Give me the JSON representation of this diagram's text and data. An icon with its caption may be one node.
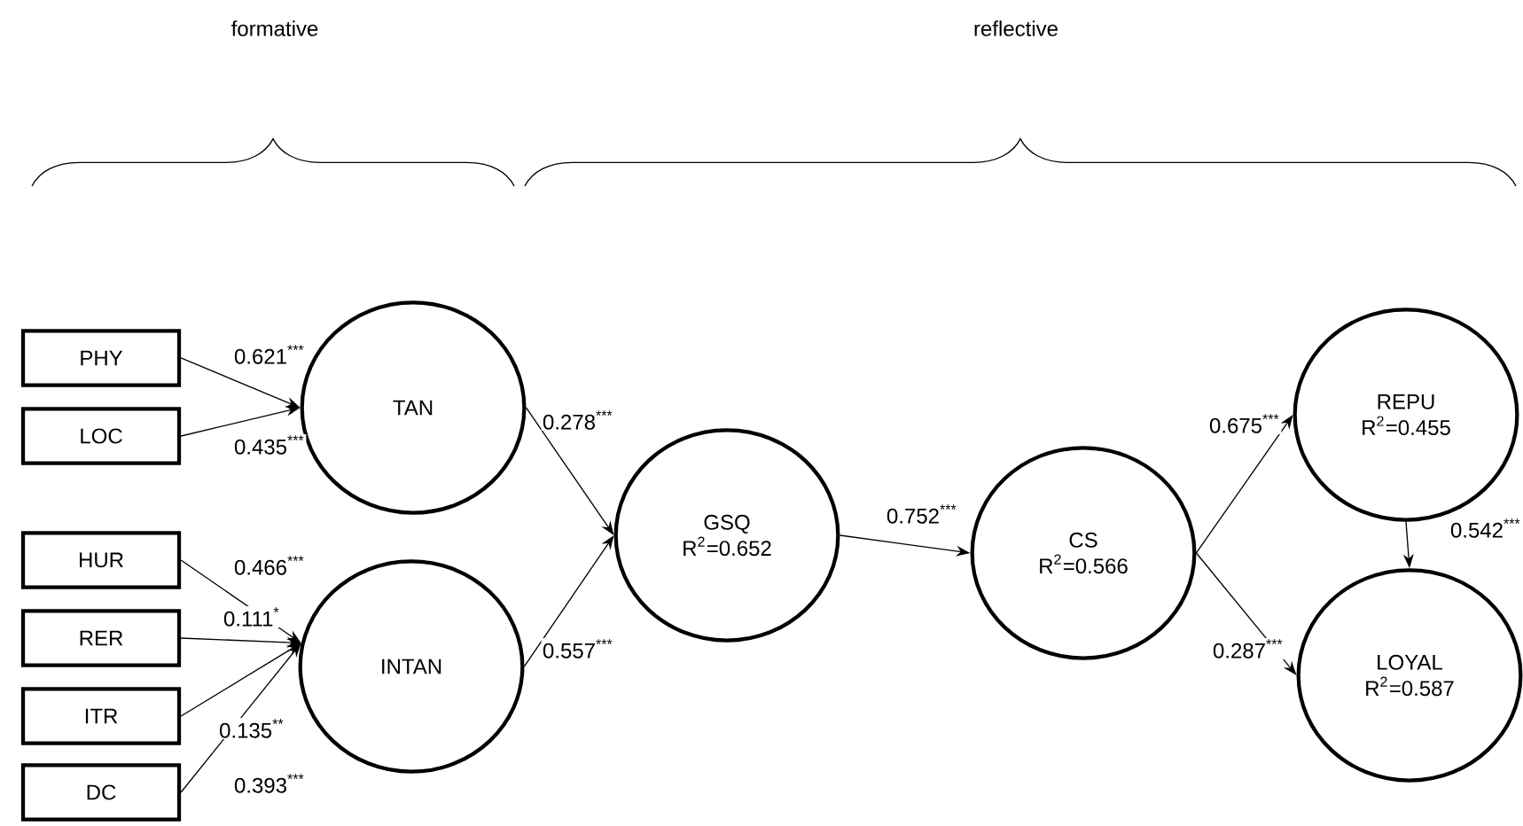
{
  "diagram": {
    "nodes": [
      {
        "text": [
          "PHY"
        ]
      },
      {
        "text": [
          "LOC"
        ]
      },
      {
        "text": [
          "HUR"
        ]
      },
      {
        "text": [
          "RER"
        ]
      },
      {
        "text": [
          "ITR"
        ]
      },
      {
        "text": [
          "DC"
        ]
      },
      {
        "text": [
          "TAN"
        ]
      },
      {
        "text": [
          "INTAN"
        ]
      },
      {
        "text": [
          "GSQ",
          "R$^{2}$=0.652"
        ]
      },
      {
        "text": [
          "CS",
          "R$^{2}$=0.566"
        ]
      },
      {
        "text": [
          "REPU",
          "R$^{2}$=0.455"
        ]
      },
      {
        "text": [
          "LOYAL",
          "R$^{2}$=0.587"
        ]
      }
    ],
    "edges": [
      {
        "from": 0,
        "to": 6,
        "arrow": "to",
        "label": "0.621$^{***}$"
      },
      {
        "from": 1,
        "to": 6,
        "arrow": "to",
        "label": "0.435$^{***}$"
      },
      {
        "from": 2,
        "to": 7,
        "arrow": "to",
        "label": "0.466$^{***}$"
      },
      {
        "from": 3,
        "to": 7,
        "arrow": "to",
        "label": "0.111$^{*}$"
      },
      {
        "from": 4,
        "to": 7,
        "arrow": "to",
        "label": "0.135$^{**}$"
      },
      {
        "from": 5,
        "to": 7,
        "arrow": "to",
        "label": "0.393$^{***}$"
      },
      {
        "from": 6,
        "to": 8,
        "arrow": "to",
        "label": "0.278$^{***}$"
      },
      {
        "from": 7,
        "to": 8,
        "arrow": "to",
        "label": "0.557$^{***}$"
      },
      {
        "from": 8,
        "to": 9,
        "arrow": "to",
        "label": "0.752$^{***}$"
      },
      {
        "from": 9,
        "to": 10,
        "arrow": "to",
        "label": "0.675$^{***}$"
      },
      {
        "from": 9,
        "to": 11,
        "arrow": "to",
        "label": "0.287$^{***}$"
      },
      {
        "from": 10,
        "to": 11,
        "arrow": "to",
        "label": "0.542$^{***}$"
      }
    ],
    "labels": [
      "formative",
      "reflective"
    ]
  }
}
